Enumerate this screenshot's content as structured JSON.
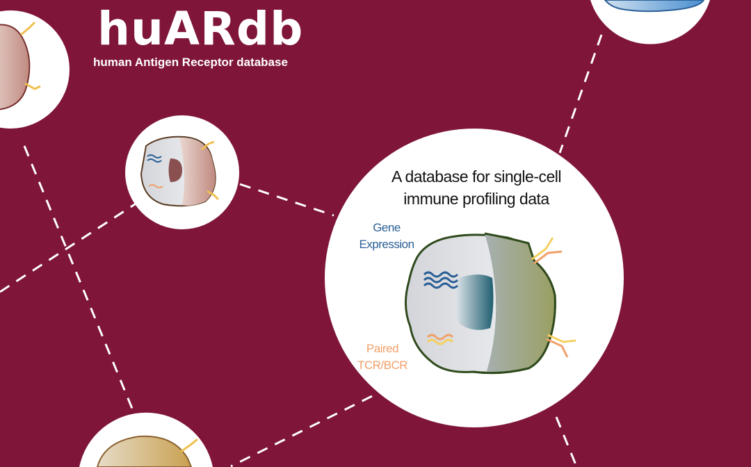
{
  "logo": {
    "title": "huARdb",
    "subtitle": "human Antigen Receptor database"
  },
  "hero": {
    "headline_line1": "A database for single-cell",
    "headline_line2": "immune profiling data",
    "gene_label_line1": "Gene",
    "gene_label_line2": "Expression",
    "tcr_label_line1": "Paired",
    "tcr_label_line2": "TCR/BCR"
  },
  "colors": {
    "background": "#7f1538",
    "gene": "#2a5f95",
    "receptor": "#f0a06a"
  }
}
